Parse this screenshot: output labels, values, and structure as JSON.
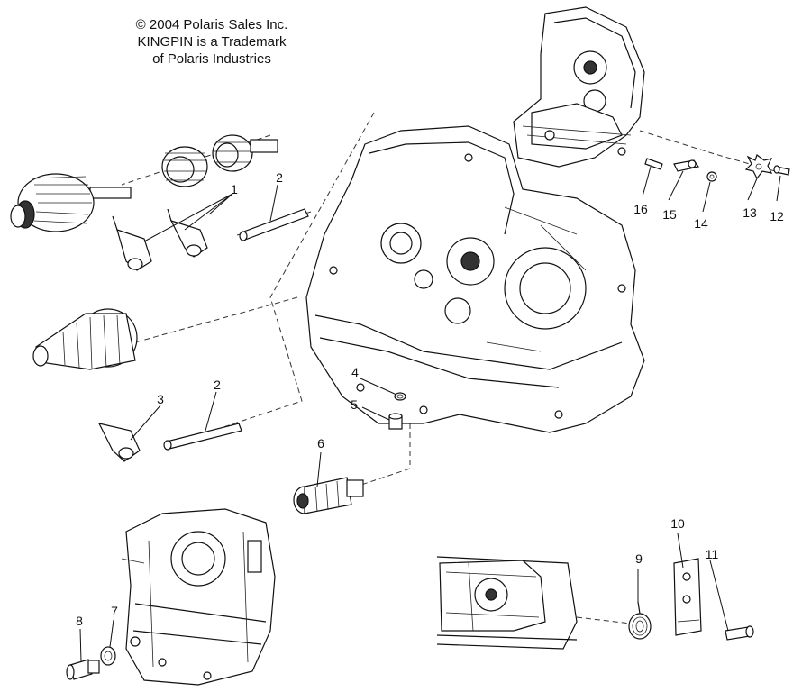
{
  "copyright": {
    "line1": "© 2004 Polaris Sales Inc.",
    "line2": "KINGPIN is a Trademark",
    "line3": "of Polaris Industries"
  },
  "callouts": {
    "c1": "1",
    "c2a": "2",
    "c2b": "2",
    "c3": "3",
    "c4": "4",
    "c5": "5",
    "c6": "6",
    "c7": "7",
    "c8": "8",
    "c9": "9",
    "c10": "10",
    "c11": "11",
    "c12": "12",
    "c13": "13",
    "c14": "14",
    "c15": "15",
    "c16": "16"
  }
}
